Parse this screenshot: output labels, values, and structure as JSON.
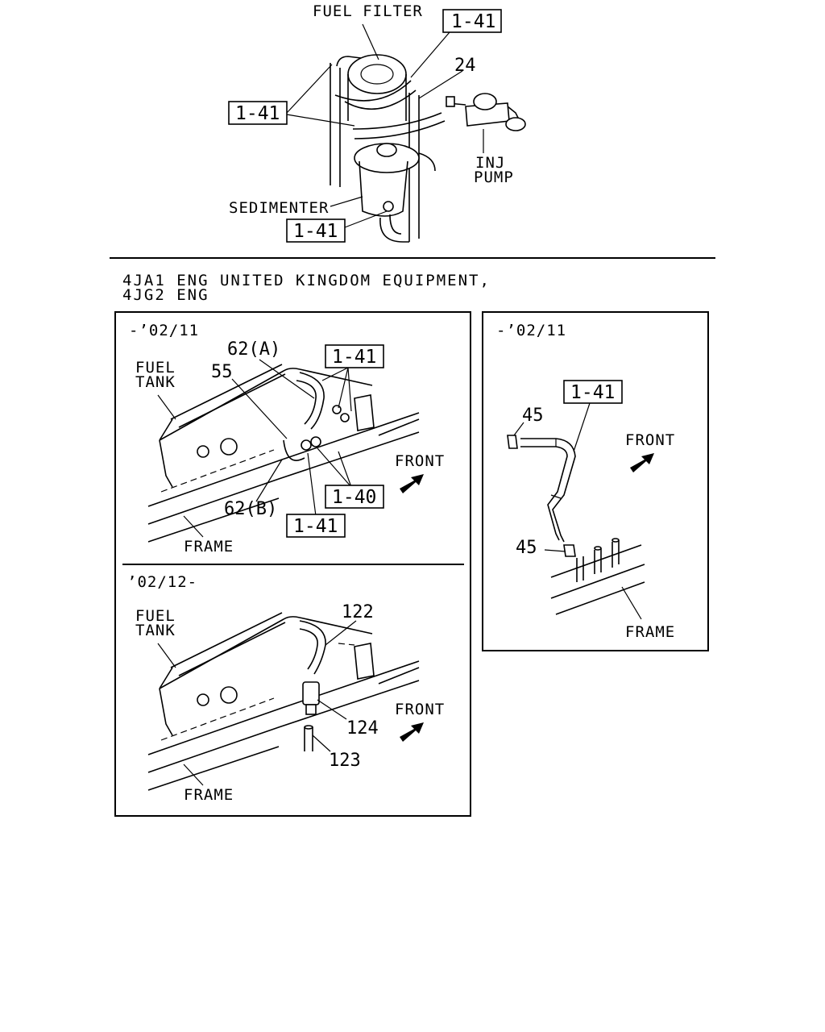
{
  "top": {
    "fuel_filter": "FUEL FILTER",
    "ref_a": "1-41",
    "ref_b": "1-41",
    "ref_c": "1-41",
    "part_24": "24",
    "inj": "INJ",
    "pump": "PUMP",
    "sedimenter": "SEDIMENTER"
  },
  "header": {
    "line1": "4JA1 ENG UNITED KINGDOM EQUIPMENT,",
    "line2": "4JG2 ENG"
  },
  "panel_a": {
    "date": "-’02/11",
    "part_62a": "62(A)",
    "part_55": "55",
    "fuel": "FUEL",
    "tank": "TANK",
    "ref_top": "1-41",
    "ref_mid": "1-40",
    "ref_bot": "1-41",
    "part_62b": "62(B)",
    "front": "FRONT",
    "frame": "FRAME"
  },
  "panel_b": {
    "date": "’02/12-",
    "fuel": "FUEL",
    "tank": "TANK",
    "part_122": "122",
    "part_124": "124",
    "part_123": "123",
    "front": "FRONT",
    "frame": "FRAME"
  },
  "panel_c": {
    "date": "-’02/11",
    "ref": "1-41",
    "part_45_top": "45",
    "part_45_bot": "45",
    "front": "FRONT",
    "frame": "FRAME"
  }
}
